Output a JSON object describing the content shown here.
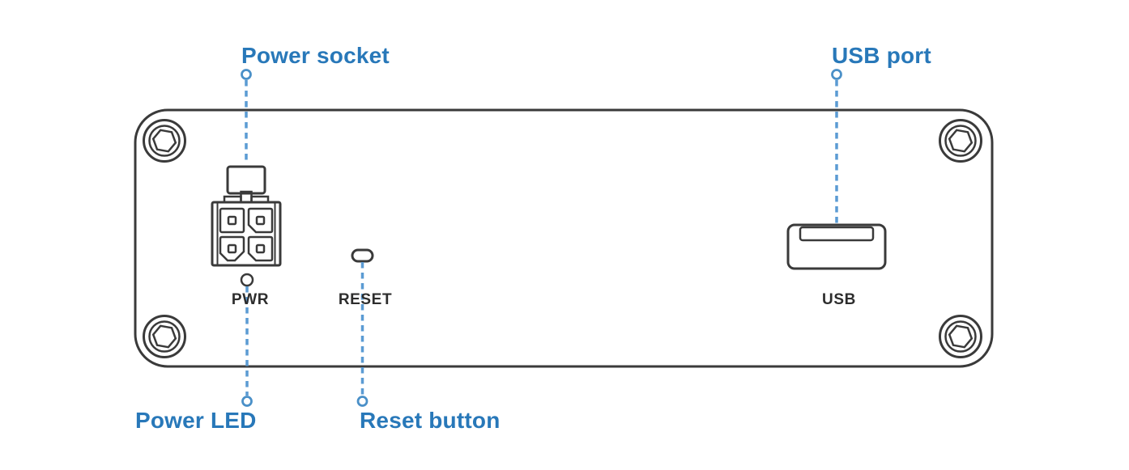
{
  "diagram": {
    "name": "device-rear-panel-diagram",
    "callouts": {
      "power_socket": "Power socket",
      "usb_port": "USB port",
      "power_led": "Power LED",
      "reset_button": "Reset button"
    },
    "port_labels": {
      "pwr": "PWR",
      "reset": "RESET",
      "usb": "USB"
    }
  },
  "colors": {
    "line": "#3a3a3a",
    "label_blue": "#2878b9",
    "label_dark": "#2d2d2d",
    "leader_blue": "#5b9bd3",
    "dot_blue": "#4a90c8"
  }
}
